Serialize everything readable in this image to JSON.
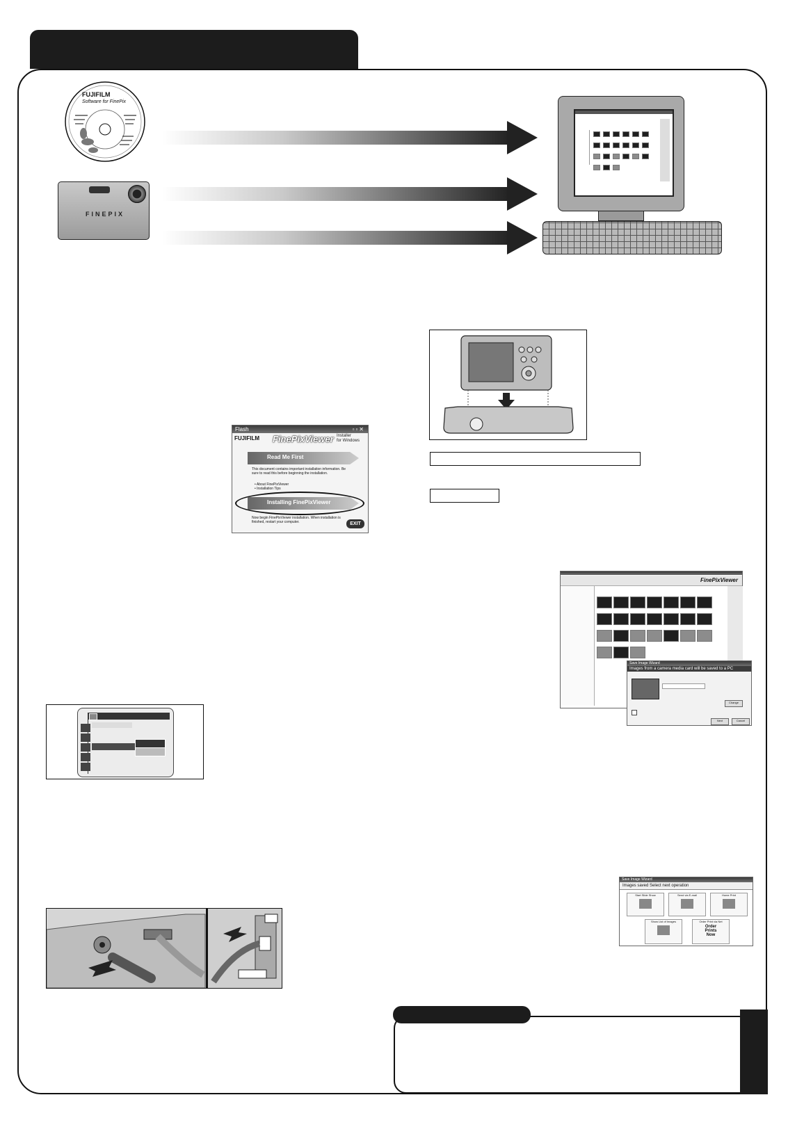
{
  "cd": {
    "brand": "FUJIFILM",
    "label": "Software for FinePix"
  },
  "camera": {
    "brand": "FINEPIX"
  },
  "installer": {
    "window_title": "Flash",
    "brand": "FUJIFILM",
    "product": "FinePixViewer",
    "subtitle_line1": "Installer",
    "subtitle_line2": "for Windows",
    "read_me_label": "Read Me First",
    "read_me_text": "This document contains important installation information. Be sure to read this before beginning the installation.",
    "bullet_1": "About FinePixViewer",
    "bullet_2": "Installation Tips",
    "install_label": "Installing FinePixViewer",
    "install_text": "Now begin FinePixViewer installation. When installation is finished, restart your computer.",
    "exit_label": "EXIT"
  },
  "viewer": {
    "logo": "FinePixViewer",
    "dialog_title": "Save Image Wizard",
    "dialog_heading": "Images from a camera media card will be saved to a PC",
    "change_button": "Change",
    "next_button": "Next",
    "cancel_button": "Cancel"
  },
  "wizard": {
    "title": "Save Image Wizard",
    "heading": "Images saved Select next operation",
    "btn_slideshow": "Start Slide Show",
    "btn_email": "Send via E-mail",
    "btn_print": "Home Print",
    "btn_list": "Show List of Images",
    "btn_order": "Order Print via Net",
    "order_logo_line1": "Order",
    "order_logo_line2": "Prints",
    "order_logo_line3": "Now"
  }
}
